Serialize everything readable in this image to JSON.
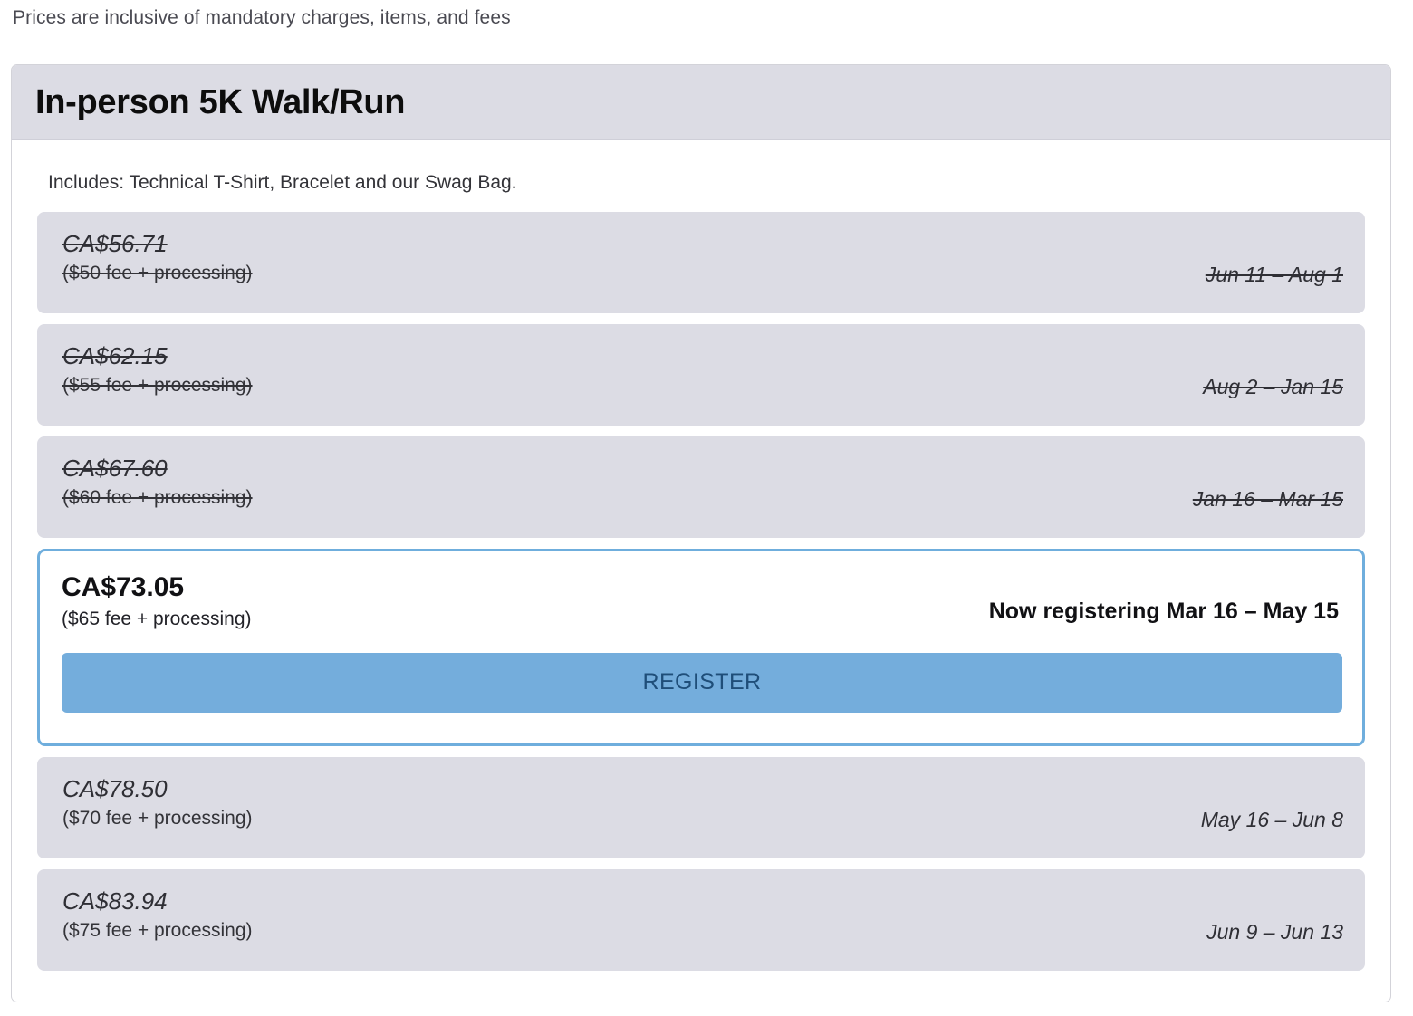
{
  "notice": "Prices are inclusive of mandatory charges, items, and fees",
  "card": {
    "title": "In-person 5K Walk/Run",
    "includes": "Includes: Technical T-Shirt, Bracelet and our Swag Bag.",
    "accent_color": "#6faedd",
    "row_background": "#dcdce4",
    "button_color": "#74addc",
    "button_text_color": "#1f4e79",
    "price_rows": [
      {
        "price": "CA$56.71",
        "fee": "($50 fee + processing)",
        "date_range": "Jun 11 – Aug 1",
        "state": "past"
      },
      {
        "price": "CA$62.15",
        "fee": "($55 fee + processing)",
        "date_range": "Aug 2 – Jan 15",
        "state": "past"
      },
      {
        "price": "CA$67.60",
        "fee": "($60 fee + processing)",
        "date_range": "Jan 16 – Mar 15",
        "state": "past"
      },
      {
        "price": "CA$73.05",
        "fee": "($65 fee + processing)",
        "date_range": "Now registering Mar 16 – May 15",
        "state": "active",
        "button_label": "REGISTER"
      },
      {
        "price": "CA$78.50",
        "fee": "($70 fee + processing)",
        "date_range": "May 16 – Jun 8",
        "state": "upcoming"
      },
      {
        "price": "CA$83.94",
        "fee": "($75 fee + processing)",
        "date_range": "Jun 9 – Jun 13",
        "state": "upcoming"
      }
    ]
  }
}
